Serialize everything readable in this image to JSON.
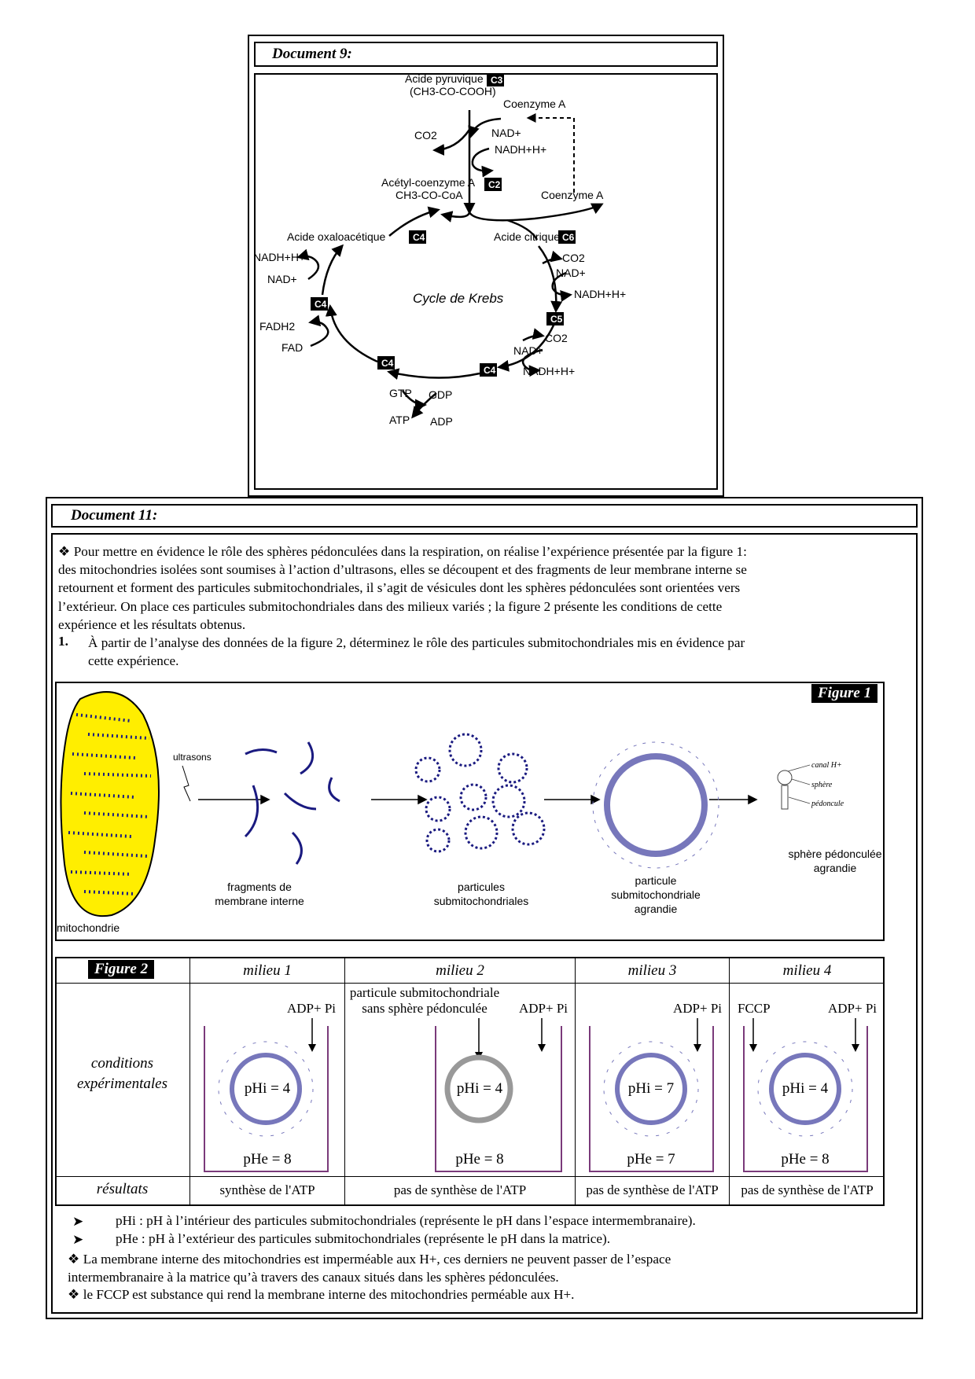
{
  "doc9": {
    "title": "Document 9:",
    "acide_pyruvique": "Acide pyruvique",
    "c3": "C3",
    "formula_pyruvique": "(CH3-CO-COOH)",
    "coenzyme_a_top": "Coenzyme A",
    "co2_top": "CO2",
    "nad_top": "NAD+",
    "nadh_top": "NADH+H+",
    "acetyl_coa": "Acétyl-coenzyme A",
    "c2": "C2",
    "formula_acetyl": "CH3-CO-CoA",
    "coenzyme_a_right": "Coenzyme A",
    "acide_oxalo": "Acide oxaloacétique",
    "c4_oxalo": "C4",
    "acide_citrique": "Acide citrique",
    "c6": "C6",
    "cycle_label": "Cycle de Krebs",
    "left_nadh": "NADH+H+",
    "left_nad": "NAD+",
    "c4_left": "C4",
    "fadh2": "FADH2",
    "fad": "FAD",
    "c4_bottom_left": "C4",
    "c4_bottom_right": "C4",
    "gtp": "GTP",
    "gdp": "GDP",
    "atp": "ATP",
    "adp": "ADP",
    "right_co2_1": "CO2",
    "right_nad_1": "NAD+",
    "right_nadh_1": "NADH+H+",
    "c5": "C5",
    "right_co2_2": "CO2",
    "right_nad_2": "NAD+",
    "right_nadh_2": "NADH+H+"
  },
  "doc11": {
    "title": "Document 11:",
    "intro_lines": [
      "❖ Pour mettre en évidence le rôle des sphères pédonculées dans la respiration, on réalise l’expérience présentée par la figure 1:",
      "des mitochondries isolées sont soumises à l’action d’ultrasons, elles se découpent et des fragments de leur membrane interne se",
      "retournent et forment des particules submitochondriales, il s’agit de vésicules dont les sphères pédonculées sont orientées vers",
      "l’extérieur. On place ces particules submitochondriales dans des milieux variés ; la figure 2 présente les conditions de cette",
      "expérience et les résultats obtenus."
    ],
    "question_number": "1.",
    "question_lines": [
      "À partir de l’analyse des données de la figure 2, déterminez le rôle des particules submitochondriales mis en évidence par",
      "cette expérience."
    ],
    "figure1": {
      "label": "Figure 1",
      "ultrasons": "ultrasons",
      "mitochondrie": "mitochondrie",
      "fragments_line1": "fragments de",
      "fragments_line2": "membrane interne",
      "particules_line1": "particules",
      "particules_line2": "submitochondriales",
      "particule_agr_line1": "particule",
      "particule_agr_line2": "submitochondriale",
      "particule_agr_line3": "agrandie",
      "canal": "canal H+",
      "sphere": "sphère",
      "pedoncule": "pédoncule",
      "sphere_ped_line1": "sphère pédonculée",
      "sphere_ped_line2": "agrandie"
    },
    "figure2": {
      "label": "Figure 2",
      "milieux": [
        "milieu 1",
        "milieu 2",
        "milieu 3",
        "milieu 4"
      ],
      "row_conditions_line1": "conditions",
      "row_conditions_line2": "expérimentales",
      "row_results": "résultats",
      "adp_pi": "ADP+ Pi",
      "fccp": "FCCP",
      "milieu2_note_line1": "particule submitochondriale",
      "milieu2_note_line2": "sans sphère pédonculée",
      "phi": [
        "pHi = 4",
        "pHi = 4",
        "pHi = 7",
        "pHi = 4"
      ],
      "phe": [
        "pHe = 8",
        "pHe = 8",
        "pHe = 7",
        "pHe = 8"
      ],
      "results": [
        "synthèse de l'ATP",
        "pas de synthèse de l'ATP",
        "pas de synthèse de l'ATP",
        "pas de synthèse de l'ATP"
      ]
    },
    "notes": [
      "pHi : pH à l’intérieur des particules submitochondriales (représente le pH dans l’espace intermembranaire).",
      "pHe : pH à l’extérieur des particules submitochondriales (représente le pH dans la matrice)."
    ],
    "note3_line1": "❖ La membrane interne des mitochondries est imperméable aux H+, ces derniers ne peuvent passer de l’espace",
    "note3_line2": "intermembranaire à la matrice qu’à travers des canaux situés dans les sphères pédonculées.",
    "note4": "❖ le FCCP est substance qui rend la membrane interne des mitochondries perméable aux H+."
  }
}
